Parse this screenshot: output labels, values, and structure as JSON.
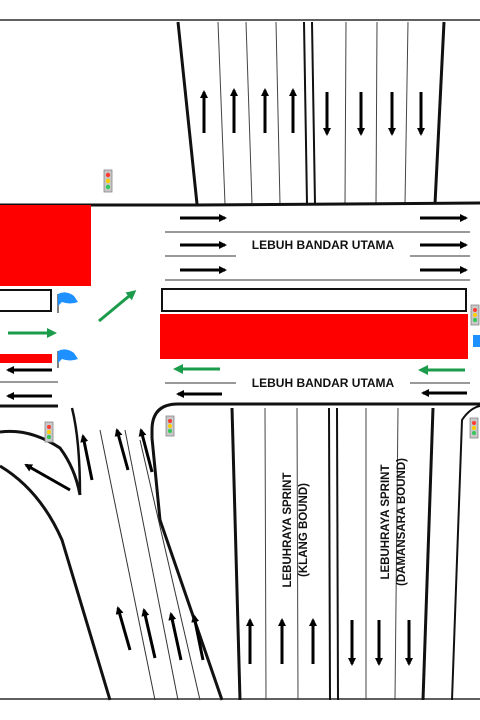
{
  "labels": {
    "lebuh_bandar_utama_top": "LEBUH BANDAR UTAMA",
    "lebuh_bandar_utama_bottom": "LEBUH BANDAR UTAMA",
    "sprint_klang_line1": "LEBUHRAYA SPRINT",
    "sprint_klang_line2": "(KLANG BOUND)",
    "sprint_damansara_line1": "LEBUHRAYA SPRINT",
    "sprint_damansara_line2": "(DAMANSARA BOUND)"
  },
  "colors": {
    "road_edge": "#111111",
    "lane_line": "#333333",
    "arrow_black": "#000000",
    "arrow_green": "#1a9c4a",
    "block_red": "#ff0000",
    "flag_blue": "#1e90ff",
    "signal_body": "#c8c8c8",
    "signal_red": "#ff3b30",
    "signal_yellow": "#ffcc00",
    "signal_green": "#34c759"
  },
  "icons": [
    "arrow-up-icon",
    "arrow-down-icon",
    "arrow-left-icon",
    "arrow-right-icon",
    "traffic-light-icon",
    "flag-icon"
  ]
}
